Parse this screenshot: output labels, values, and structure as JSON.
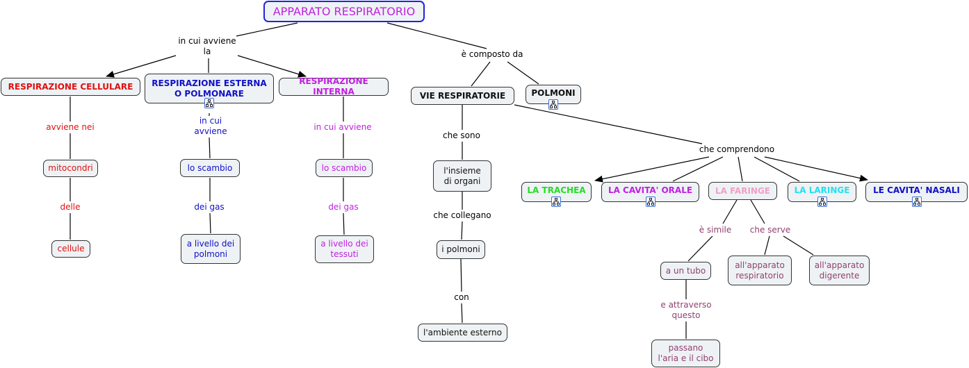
{
  "title": "APPARATO RESPIRATORIO",
  "colors": {
    "title": "#c020e0",
    "title_border": "#2222dd",
    "red": "#e01010",
    "blue": "#1010c8",
    "magenta": "#c020e0",
    "green": "#22dd22",
    "pink": "#f0a0c8",
    "cyan": "#22e0f0",
    "mauve": "#904070"
  },
  "links": {
    "in_cui_avviene_la": "in cui avviene\nla",
    "e_composto_da": "è composto da",
    "avviene_nei": "avviene nei",
    "delle": "delle",
    "in_cui_avviene_blue": "in cui\navviene",
    "dei_gas_1": "dei gas",
    "in_cui_avviene_mag": "in cui avviene",
    "dei_gas_2": "dei gas",
    "che_sono": "che sono",
    "che_collegano": "che collegano",
    "con": "con",
    "che_comprendono": "che comprendono",
    "e_simile": "è simile",
    "che_serve": "che serve",
    "e_attraverso": "e attraverso\nquesto"
  },
  "nodes": {
    "resp_cell": "RESPIRAZIONE CELLULARE",
    "resp_est": "RESPIRAZIONE ESTERNA O POLMONARE",
    "resp_int": "RESPIRAZIONE INTERNA",
    "vie": "VIE RESPIRATORIE",
    "polmoni": "POLMONI",
    "mitocondri": "mitocondri",
    "cellule": "cellule",
    "scambio1": "lo scambio",
    "livello_polmoni": "a livello dei polmoni",
    "scambio2": "lo scambio",
    "livello_tessuti": "a livello dei tessuti",
    "insieme": "l'insieme di organi",
    "i_polmoni": "i polmoni",
    "ambiente": "l'ambiente esterno",
    "trachea": "LA TRACHEA",
    "cavita_orale": "LA CAVITA' ORALE",
    "faringe": "LA FARINGE",
    "laringe": "LA LARINGE",
    "cavita_nasali": "LE CAVITA' NASALI",
    "tubo": "a un tubo",
    "app_resp": "all'apparato respiratorio",
    "app_dig": "all'apparato digerente",
    "passano": "passano l'aria e il cibo"
  },
  "icons": {
    "submap": "submap-icon"
  }
}
